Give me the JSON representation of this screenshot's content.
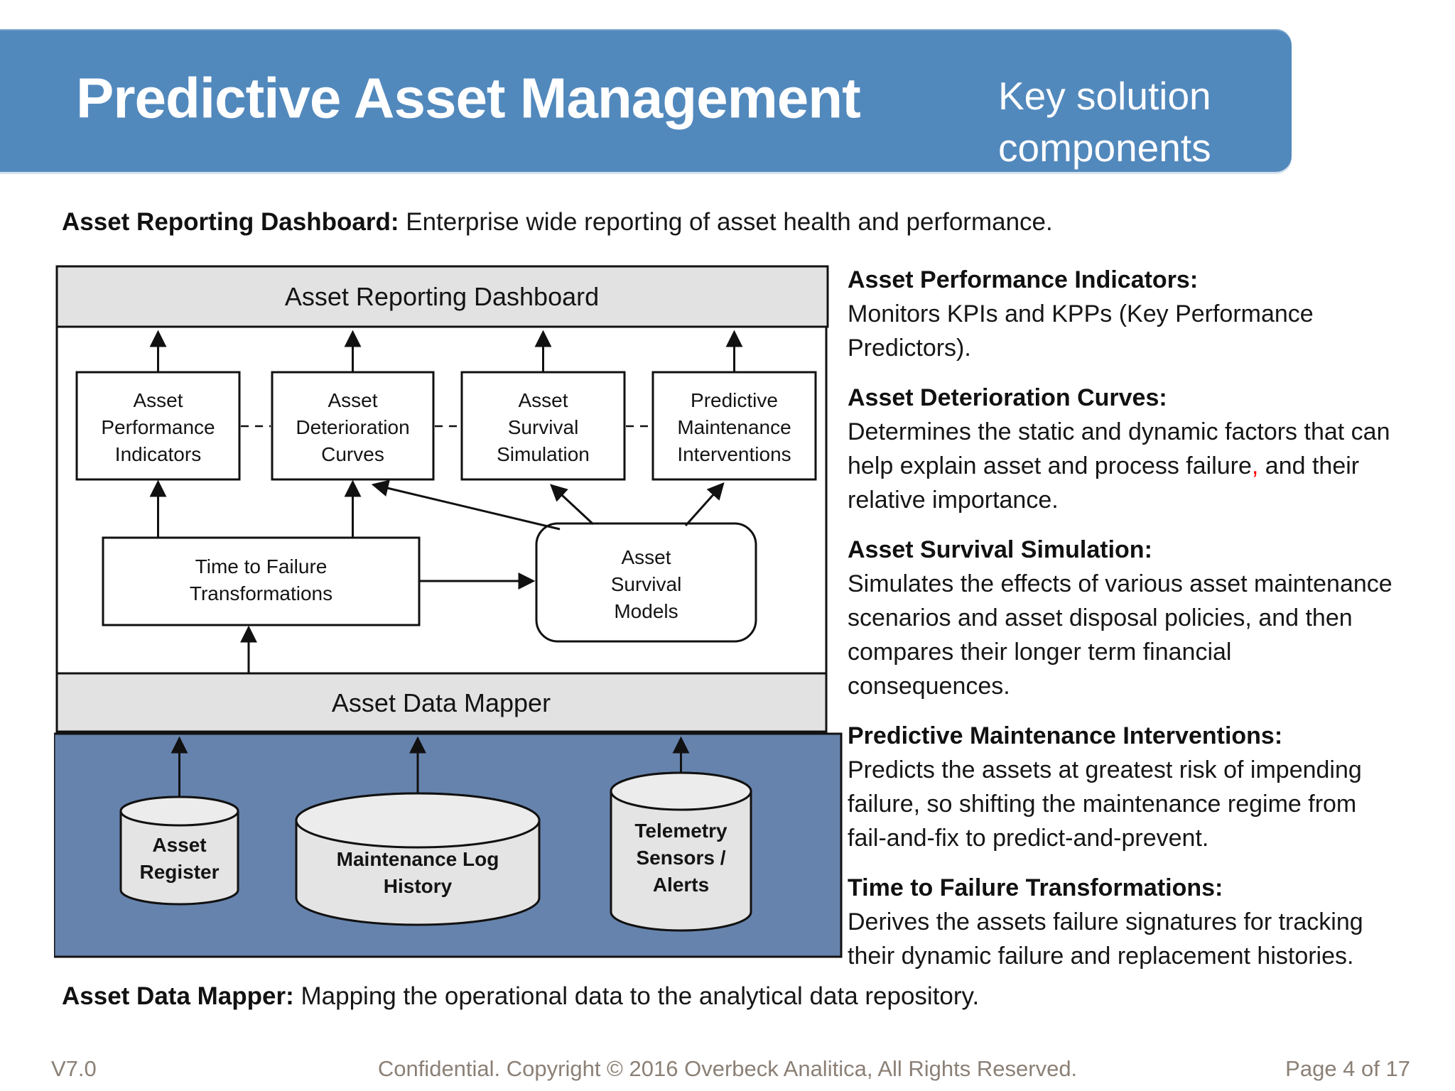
{
  "colors": {
    "banner_blue": "#5289BD",
    "datasource_panel_blue": "#6683AD",
    "bar_gray": "#E2E2E2",
    "cylinder_gray": "#E4E4E4",
    "red_accent": "#FF0000",
    "footer_gray": "#8B8076",
    "diagram_stroke": "#111111"
  },
  "banner": {
    "title": "Predictive Asset Management",
    "subtitle": "Key solution\ncomponents"
  },
  "intro": {
    "label": "Asset Reporting Dashboard:",
    "text": " Enterprise wide reporting of asset health and performance."
  },
  "diagram": {
    "dashboard_bar": "Asset Reporting Dashboard",
    "mapper_bar": "Asset Data Mapper",
    "component_boxes": [
      {
        "lines": [
          "Asset",
          "Performance",
          "Indicators"
        ]
      },
      {
        "lines": [
          "Asset",
          "Deterioration",
          "Curves"
        ]
      },
      {
        "lines": [
          "Asset",
          "Survival",
          "Simulation"
        ]
      },
      {
        "lines": [
          "Predictive",
          "Maintenance",
          "Interventions"
        ]
      }
    ],
    "ttf_box": {
      "lines": [
        "Time to Failure",
        "Transformations"
      ]
    },
    "survival_models_box": {
      "lines": [
        "Asset",
        "Survival",
        "Models"
      ]
    },
    "datastores": [
      {
        "lines": [
          "Asset",
          "Register"
        ]
      },
      {
        "lines": [
          "Maintenance Log",
          "History"
        ]
      },
      {
        "lines": [
          "Telemetry",
          "Sensors /",
          "Alerts"
        ]
      }
    ]
  },
  "descriptions": [
    {
      "heading": "Asset Performance Indicators:",
      "body": "Monitors KPIs and KPPs (Key Performance\nPredictors)."
    },
    {
      "heading": "Asset Deterioration Curves:",
      "body_before": "Determines the static and dynamic factors that can\nhelp explain asset and process failure",
      "red": ",",
      "body_after": " and their\nrelative importance."
    },
    {
      "heading": "Asset Survival Simulation:",
      "body": "Simulates the effects of various asset maintenance\nscenarios and asset disposal policies, and then\ncompares their longer term financial\nconsequences."
    },
    {
      "heading": "Predictive Maintenance Interventions:",
      "body": "Predicts the assets at greatest risk of impending\nfailure, so shifting the maintenance regime from\nfail-and-fix to predict-and-prevent."
    },
    {
      "heading": "Time to Failure Transformations:",
      "body": "Derives the assets failure signatures for tracking\ntheir dynamic failure and replacement histories."
    }
  ],
  "caption": {
    "label": "Asset Data Mapper:",
    "text": " Mapping the operational data to the analytical data repository."
  },
  "footer": {
    "version": "V7.0",
    "copyright": "Confidential. Copyright © 2016 Overbeck Analitica, All Rights Reserved.",
    "page": "Page 4 of 17"
  }
}
